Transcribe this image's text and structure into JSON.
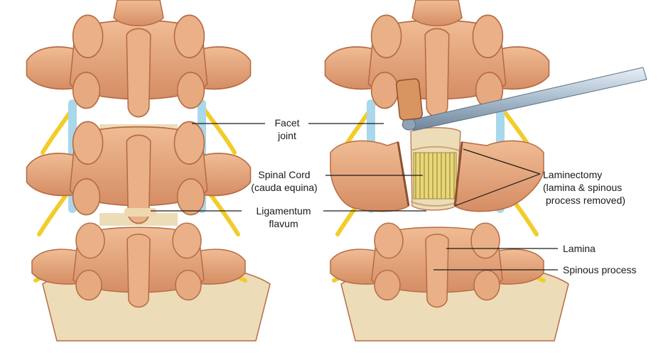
{
  "labels": {
    "facet_joint": [
      "Facet",
      "joint"
    ],
    "spinal_cord": [
      "Spinal Cord",
      "(cauda equina)"
    ],
    "ligamentum_flavum": [
      "Ligamentum",
      "flavum"
    ],
    "laminectomy": [
      "Laminectomy",
      "(lamina & spinous",
      "process removed)"
    ],
    "lamina": "Lamina",
    "spinous_process": "Spinous process"
  },
  "colors": {
    "bone": "#e2a27a",
    "bone_dark": "#b66b44",
    "bone_light": "#f3c6a2",
    "disc": "#eddcb8",
    "nerve": "#f2cc2a",
    "csf_blue": "#a9d7ec",
    "cord_yellow": "#e6d36a",
    "instrument": "#9fb4c8"
  }
}
